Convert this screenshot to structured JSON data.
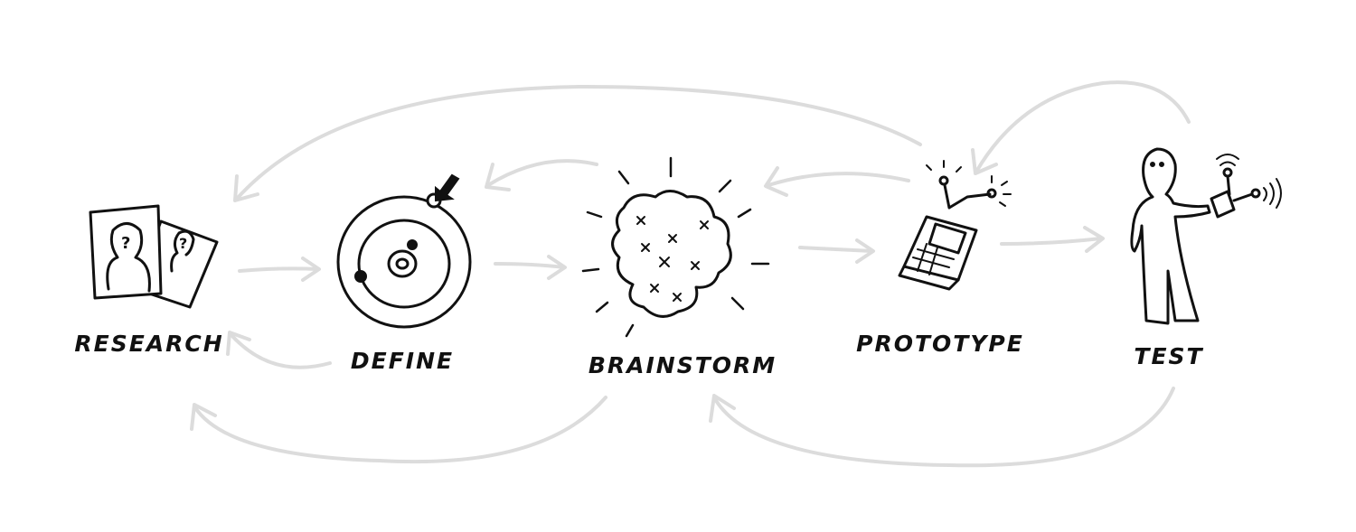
{
  "stages": [
    {
      "id": "research",
      "label": "RESEARCH",
      "icon": "profile-cards-icon"
    },
    {
      "id": "define",
      "label": "DEFINE",
      "icon": "target-orbit-icon"
    },
    {
      "id": "brainstorm",
      "label": "BRAINSTORM",
      "icon": "idea-cloud-icon"
    },
    {
      "id": "prototype",
      "label": "PROTOTYPE",
      "icon": "device-prototype-icon"
    },
    {
      "id": "test",
      "label": "TEST",
      "icon": "person-testing-icon"
    }
  ],
  "colors": {
    "ink": "#111111",
    "arrow": "#dcdcdc",
    "background": "#ffffff"
  }
}
